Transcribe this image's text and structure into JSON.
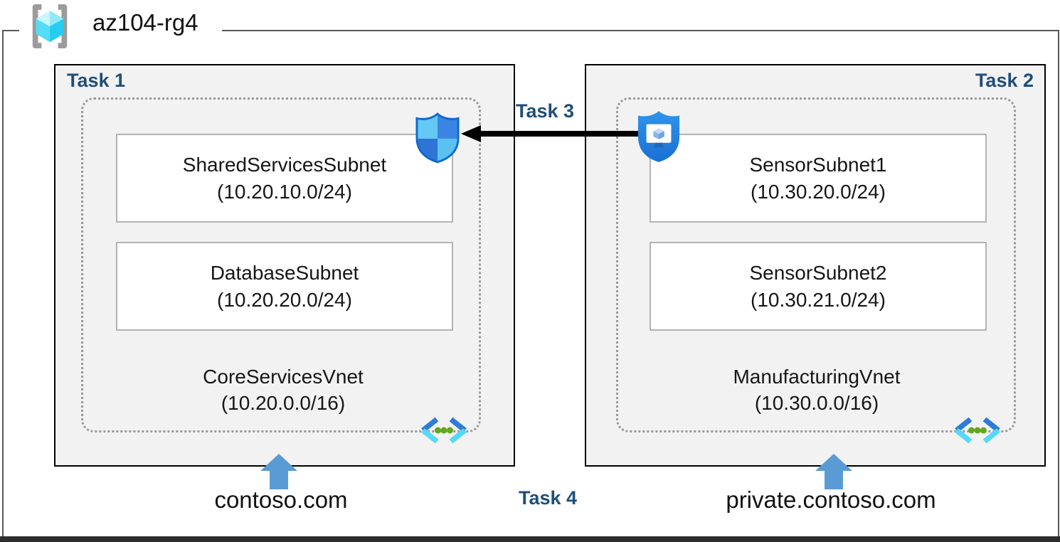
{
  "diagram": {
    "resource_group": {
      "name": "az104-rg4"
    },
    "task1": {
      "label": "Task 1"
    },
    "task2": {
      "label": "Task 2"
    },
    "task3": {
      "label": "Task 3"
    },
    "task4": {
      "label": "Task 4"
    },
    "core_vnet": {
      "name": "CoreServicesVnet",
      "cidr": "(10.20.0.0/16)",
      "subnets": [
        {
          "name": "SharedServicesSubnet",
          "cidr": "(10.20.10.0/24)"
        },
        {
          "name": "DatabaseSubnet",
          "cidr": "(10.20.20.0/24)"
        }
      ],
      "domain": "contoso.com"
    },
    "manufacturing_vnet": {
      "name": "ManufacturingVnet",
      "cidr": "(10.30.0.0/16)",
      "subnets": [
        {
          "name": "SensorSubnet1",
          "cidr": "(10.30.20.0/24)"
        },
        {
          "name": "SensorSubnet2",
          "cidr": "(10.30.21.0/24)"
        }
      ],
      "domain": "private.contoso.com"
    },
    "icons": {
      "resource_group": "resource-group-icon",
      "left_shield": "network-security-group-icon",
      "right_shield": "shielded-vm-icon",
      "vnet": "virtual-network-icon",
      "up_arrow": "up-arrow-icon",
      "peering_arrow": "left-black-arrow"
    },
    "colors": {
      "task_label": "#1f4e79",
      "box_fill": "#f2f2f2",
      "box_border": "#000000",
      "dashed_border": "#999999",
      "subnet_border": "#b3b3b3",
      "blue_arrow": "#5b9bd5",
      "black_arrow": "#000000",
      "rg_border": "#595959",
      "vnet_chevron_dark": "#2c7cd8",
      "vnet_chevron_light": "#54d9f8",
      "vnet_dots_green": "#62a81e",
      "shield_outline": "#1168cc"
    }
  }
}
